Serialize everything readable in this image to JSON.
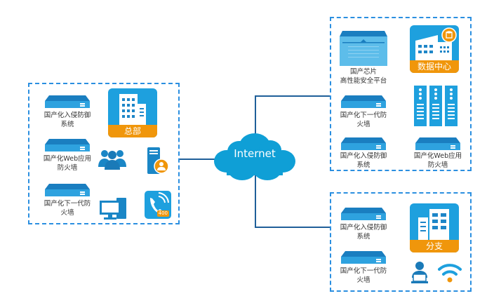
{
  "cloud": {
    "label": "Internet"
  },
  "colors": {
    "primary": "#1ea0de",
    "dark": "#1f5f99",
    "accent": "#f0960b",
    "dash": "#2b8fe0"
  },
  "headquarters": {
    "building_label": "总部",
    "devices": [
      {
        "label": "国产化入侵防御\n系统",
        "icon": "rack-device-icon"
      },
      {
        "label": "国产化Web应用\n防火墙",
        "icon": "rack-device-icon"
      },
      {
        "label": "国产化下一代防\n火墙",
        "icon": "rack-device-icon"
      }
    ],
    "icons": [
      "building-icon",
      "users-group-icon",
      "server-user-icon",
      "desktop-computer-icon",
      "phone-400-icon"
    ],
    "phone_badge": "400"
  },
  "datacenter": {
    "building_label": "数据中心",
    "platform_label": "国产芯片\n高性能安全平台",
    "devices": [
      {
        "label": "国产化下一代防\n火墙",
        "icon": "rack-device-icon"
      },
      {
        "label": "国产化入侵防御\n系统",
        "icon": "rack-device-icon"
      },
      {
        "label": "国产化Web应用\n防火墙",
        "icon": "rack-device-icon"
      }
    ]
  },
  "branch": {
    "building_label": "分支",
    "devices": [
      {
        "label": "国产化入侵防御\n系统",
        "icon": "rack-device-icon"
      },
      {
        "label": "国产化下一代防\n火墙",
        "icon": "rack-device-icon"
      }
    ]
  }
}
